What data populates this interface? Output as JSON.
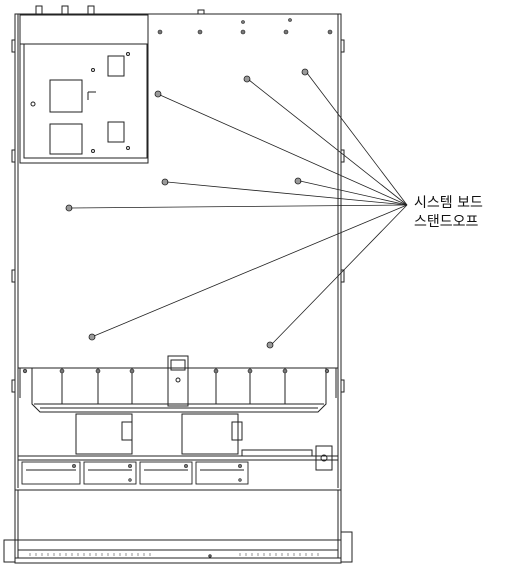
{
  "callout": {
    "line1": "시스템 보드",
    "line2": "스탠드오프",
    "leader_count": 8
  },
  "colors": {
    "stroke": "#222222",
    "standoff_fill": "#9a9a9a",
    "paper": "#ffffff"
  }
}
